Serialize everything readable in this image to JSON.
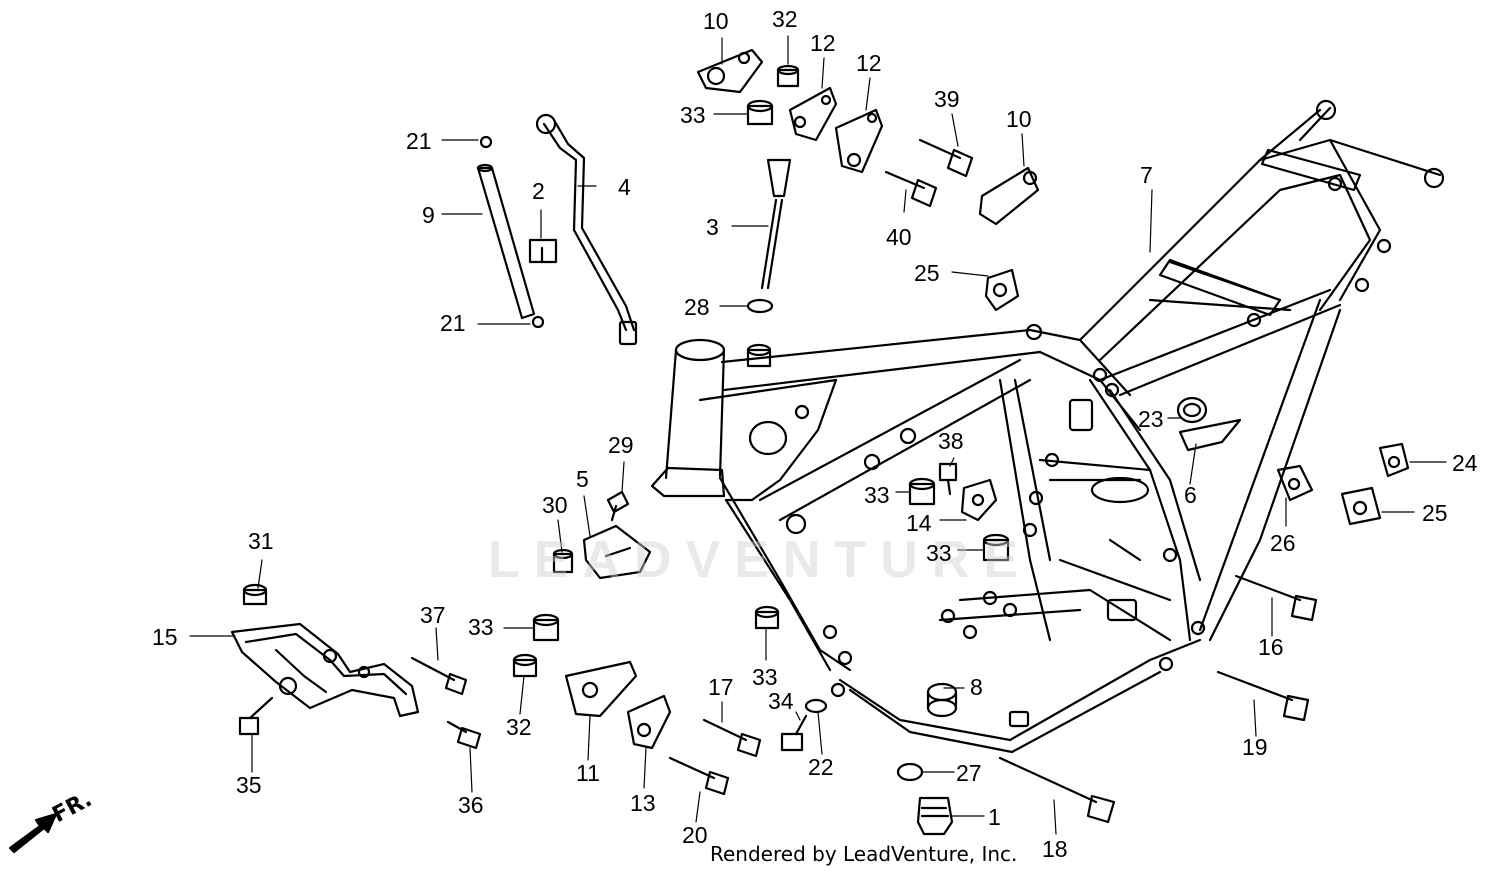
{
  "diagram": {
    "watermark": "LEADVENTURE",
    "credit": "Rendered by LeadVenture, Inc.",
    "direction_marker": "FR.",
    "callouts": [
      "10",
      "32",
      "12",
      "12",
      "33",
      "39",
      "10",
      "21",
      "4",
      "2",
      "9",
      "3",
      "40",
      "7",
      "25",
      "28",
      "21",
      "29",
      "23",
      "38",
      "24",
      "5",
      "30",
      "33",
      "6",
      "26",
      "25",
      "14",
      "31",
      "33",
      "15",
      "37",
      "33",
      "16",
      "33",
      "8",
      "17",
      "19",
      "34",
      "32",
      "11",
      "22",
      "35",
      "36",
      "13",
      "27",
      "1",
      "20",
      "18"
    ]
  }
}
